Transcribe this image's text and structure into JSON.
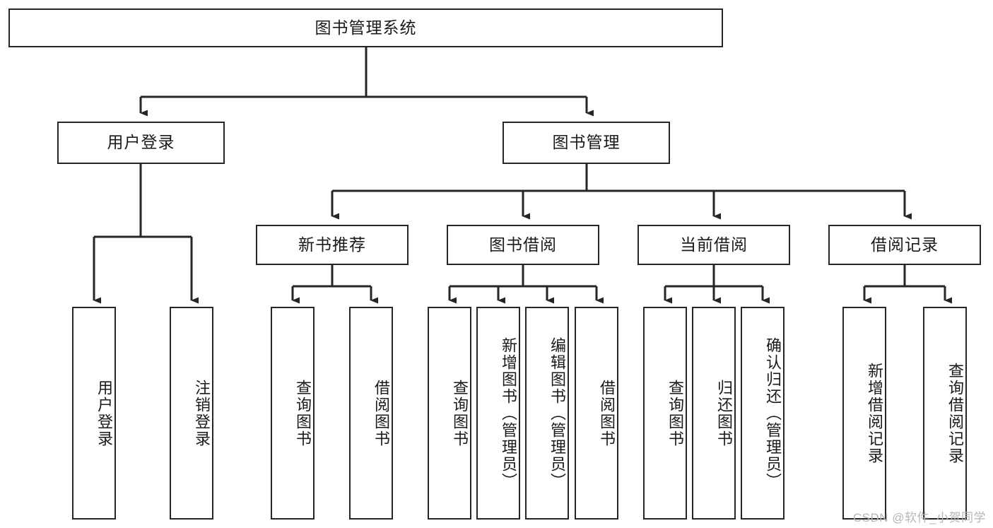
{
  "diagram": {
    "title": "图书管理系统",
    "watermark": "CSDN @软件_小贺同学",
    "stroke_color": "#262626",
    "fill_color": "#ffffff",
    "text_color": "#1a1a1a",
    "nodes": {
      "root": {
        "label": "图书管理系统",
        "orientation": "horizontal"
      },
      "user_login": {
        "label": "用户登录",
        "orientation": "horizontal"
      },
      "book_manage": {
        "label": "图书管理",
        "orientation": "horizontal"
      },
      "new_book_rec": {
        "label": "新书推荐",
        "orientation": "horizontal"
      },
      "book_borrow": {
        "label": "图书借阅",
        "orientation": "horizontal"
      },
      "current_borrow": {
        "label": "当前借阅",
        "orientation": "horizontal"
      },
      "borrow_record": {
        "label": "借阅记录",
        "orientation": "horizontal"
      },
      "leaf_user_login": {
        "label": "用户登录",
        "orientation": "vertical"
      },
      "leaf_logout": {
        "label": "注销登录",
        "orientation": "vertical"
      },
      "leaf_query_book_1": {
        "label": "查询图书",
        "orientation": "vertical"
      },
      "leaf_borrow_book_1": {
        "label": "借阅图书",
        "orientation": "vertical"
      },
      "leaf_query_book_2": {
        "label": "查询图书",
        "orientation": "vertical"
      },
      "leaf_add_book": {
        "label": "新增图书（管理员）",
        "orientation": "vertical"
      },
      "leaf_edit_book": {
        "label": "编辑图书（管理员）",
        "orientation": "vertical"
      },
      "leaf_borrow_book_2": {
        "label": "借阅图书",
        "orientation": "vertical"
      },
      "leaf_query_book_3": {
        "label": "查询图书",
        "orientation": "vertical"
      },
      "leaf_return_book": {
        "label": "归还图书",
        "orientation": "vertical"
      },
      "leaf_confirm_return": {
        "label": "确认归还（管理员）",
        "orientation": "vertical"
      },
      "leaf_add_record": {
        "label": "新增借阅记录",
        "orientation": "vertical"
      },
      "leaf_query_record": {
        "label": "查询借阅记录",
        "orientation": "vertical"
      }
    }
  }
}
